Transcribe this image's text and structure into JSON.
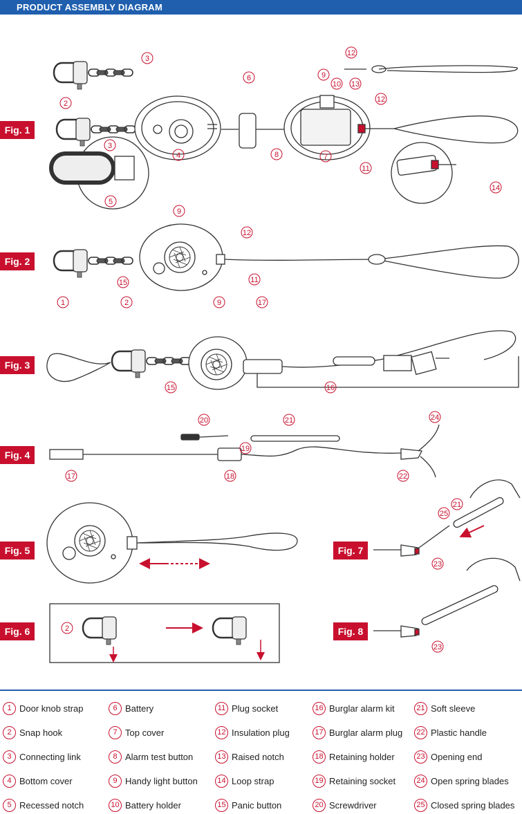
{
  "header": {
    "title": "PRODUCT ASSEMBLY DIAGRAM"
  },
  "figures": [
    "Fig. 1",
    "Fig. 2",
    "Fig. 3",
    "Fig. 4",
    "Fig. 5",
    "Fig. 6",
    "Fig. 7",
    "Fig. 8"
  ],
  "parts": [
    {
      "num": "1",
      "label": "Door knob strap"
    },
    {
      "num": "2",
      "label": "Snap hook"
    },
    {
      "num": "3",
      "label": "Connecting link"
    },
    {
      "num": "4",
      "label": "Bottom cover"
    },
    {
      "num": "5",
      "label": "Recessed notch"
    },
    {
      "num": "6",
      "label": "Battery"
    },
    {
      "num": "7",
      "label": "Top cover"
    },
    {
      "num": "8",
      "label": "Alarm test button"
    },
    {
      "num": "9",
      "label": "Handy light button"
    },
    {
      "num": "10",
      "label": "Battery holder"
    },
    {
      "num": "11",
      "label": "Plug socket"
    },
    {
      "num": "12",
      "label": "Insulation plug"
    },
    {
      "num": "13",
      "label": "Raised notch"
    },
    {
      "num": "14",
      "label": "Loop strap"
    },
    {
      "num": "15",
      "label": "Panic button"
    },
    {
      "num": "16",
      "label": "Burglar alarm kit"
    },
    {
      "num": "17",
      "label": "Burglar alarm plug"
    },
    {
      "num": "18",
      "label": "Retaining holder"
    },
    {
      "num": "19",
      "label": "Retaining socket"
    },
    {
      "num": "20",
      "label": "Screwdriver"
    },
    {
      "num": "21",
      "label": "Soft sleeve"
    },
    {
      "num": "22",
      "label": "Plastic handle"
    },
    {
      "num": "23",
      "label": "Opening end"
    },
    {
      "num": "24",
      "label": "Open spring blades"
    },
    {
      "num": "25",
      "label": "Closed spring blades"
    }
  ],
  "colors": {
    "header": "#1f5fae",
    "figure_label": "#c8102e",
    "callout": "#c8102e",
    "line": "#333333"
  }
}
